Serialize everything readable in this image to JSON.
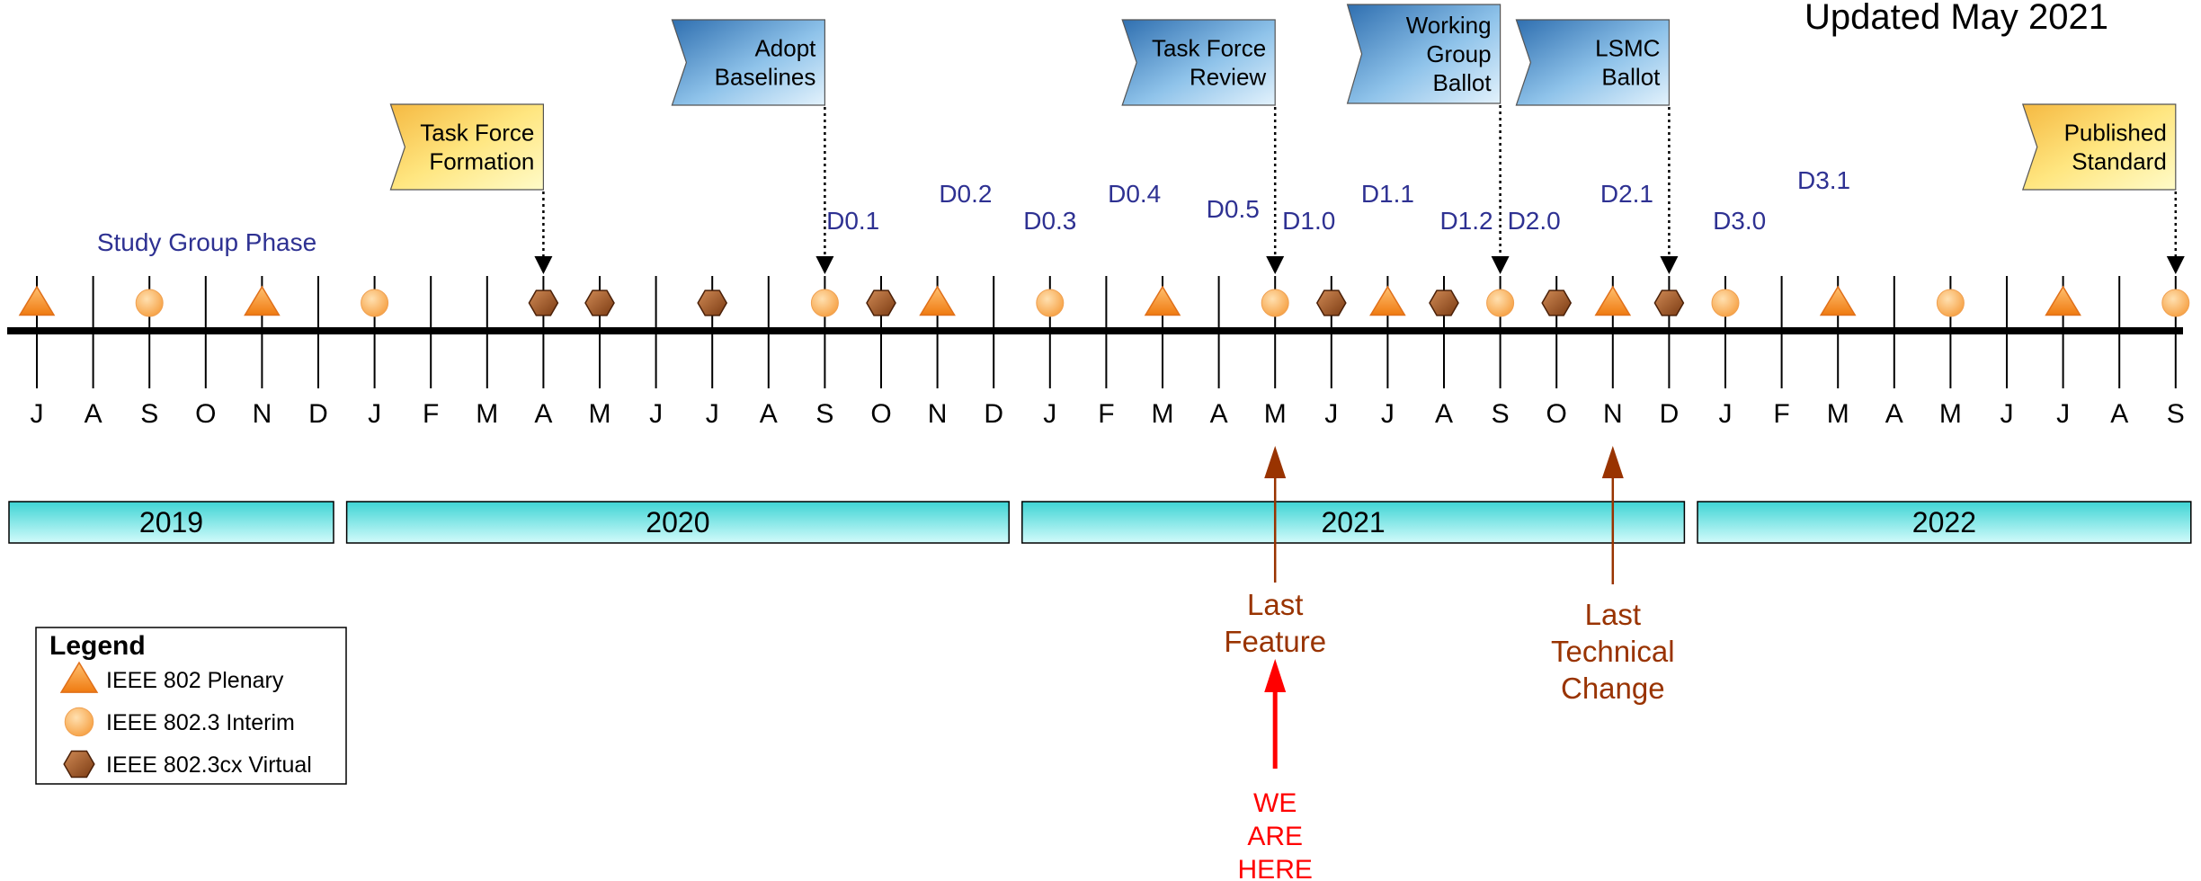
{
  "updated": "Updated May 2021",
  "phase_label": "Study Group Phase",
  "months": [
    "J",
    "A",
    "S",
    "O",
    "N",
    "D",
    "J",
    "F",
    "M",
    "A",
    "M",
    "J",
    "J",
    "A",
    "S",
    "O",
    "N",
    "D",
    "J",
    "F",
    "M",
    "A",
    "M",
    "J",
    "J",
    "A",
    "S",
    "O",
    "N",
    "D",
    "J",
    "F",
    "M",
    "A",
    "M",
    "J",
    "J",
    "A",
    "S"
  ],
  "years": [
    {
      "label": "2019",
      "start": 0,
      "end": 5
    },
    {
      "label": "2020",
      "start": 6,
      "end": 17
    },
    {
      "label": "2021",
      "start": 18,
      "end": 29
    },
    {
      "label": "2022",
      "start": 30,
      "end": 38
    }
  ],
  "meetings": [
    {
      "month": 0,
      "type": "plenary"
    },
    {
      "month": 2,
      "type": "interim"
    },
    {
      "month": 4,
      "type": "plenary"
    },
    {
      "month": 6,
      "type": "interim"
    },
    {
      "month": 9,
      "type": "virtual"
    },
    {
      "month": 10,
      "type": "virtual"
    },
    {
      "month": 12,
      "type": "virtual"
    },
    {
      "month": 14,
      "type": "interim"
    },
    {
      "month": 15,
      "type": "virtual"
    },
    {
      "month": 16,
      "type": "plenary"
    },
    {
      "month": 18,
      "type": "interim"
    },
    {
      "month": 20,
      "type": "plenary"
    },
    {
      "month": 22,
      "type": "interim"
    },
    {
      "month": 23,
      "type": "virtual"
    },
    {
      "month": 24,
      "type": "plenary"
    },
    {
      "month": 25,
      "type": "virtual"
    },
    {
      "month": 26,
      "type": "interim"
    },
    {
      "month": 27,
      "type": "virtual"
    },
    {
      "month": 28,
      "type": "plenary"
    },
    {
      "month": 29,
      "type": "virtual"
    },
    {
      "month": 30,
      "type": "interim"
    },
    {
      "month": 32,
      "type": "plenary"
    },
    {
      "month": 34,
      "type": "interim"
    },
    {
      "month": 36,
      "type": "plenary"
    },
    {
      "month": 38,
      "type": "interim"
    }
  ],
  "drafts": [
    {
      "label": "D0.1",
      "month": 14.5,
      "row": "low"
    },
    {
      "label": "D0.2",
      "month": 16.5,
      "row": "high"
    },
    {
      "label": "D0.3",
      "month": 18,
      "row": "low"
    },
    {
      "label": "D0.4",
      "month": 19.5,
      "row": "high"
    },
    {
      "label": "D0.5",
      "month": 21.25,
      "row": "mid"
    },
    {
      "label": "D1.0",
      "month": 22.6,
      "row": "low"
    },
    {
      "label": "D1.1",
      "month": 24,
      "row": "high"
    },
    {
      "label": "D1.2",
      "month": 25.4,
      "row": "low"
    },
    {
      "label": "D2.0",
      "month": 26.6,
      "row": "low"
    },
    {
      "label": "D2.1",
      "month": 28.25,
      "row": "high"
    },
    {
      "label": "D3.0",
      "month": 30.25,
      "row": "low"
    },
    {
      "label": "D3.1",
      "month": 31.75,
      "row": "top"
    }
  ],
  "milestones": [
    {
      "lines": [
        "Task Force",
        "Formation"
      ],
      "month": 9,
      "style": "yellow",
      "level": "low"
    },
    {
      "lines": [
        "Adopt",
        "Baselines"
      ],
      "month": 14,
      "style": "blue",
      "level": "high"
    },
    {
      "lines": [
        "Task Force",
        "Review"
      ],
      "month": 22,
      "style": "blue",
      "level": "high"
    },
    {
      "lines": [
        "Working",
        "Group",
        "Ballot"
      ],
      "month": 26,
      "style": "blue",
      "level": "top"
    },
    {
      "lines": [
        "LSMC",
        "Ballot"
      ],
      "month": 29,
      "style": "blue",
      "level": "high"
    },
    {
      "lines": [
        "Published",
        "Standard"
      ],
      "month": 38,
      "style": "yellow",
      "level": "low"
    }
  ],
  "deadlines": [
    {
      "lines": [
        "Last",
        "Feature"
      ],
      "month": 22
    },
    {
      "lines": [
        "Last",
        "Technical",
        "Change"
      ],
      "month": 28
    }
  ],
  "here": {
    "lines": [
      "WE",
      "ARE",
      "HERE"
    ],
    "month": 22
  },
  "legend": {
    "title": "Legend",
    "items": [
      {
        "type": "plenary",
        "label": "IEEE 802 Plenary"
      },
      {
        "type": "interim",
        "label": "IEEE 802.3 Interim"
      },
      {
        "type": "virtual",
        "label": "IEEE 802.3cx Virtual"
      }
    ]
  },
  "colors": {
    "year_band_top": "#3fd4d4",
    "year_band_bottom": "#c8fafa",
    "flag_blue_dark": "#2f6fb0",
    "flag_blue_light": "#d6ecfa",
    "flag_yellow_dark": "#f5b942",
    "flag_yellow_light": "#fff9b0",
    "plenary": "#f08a24",
    "interim": "#fbb45c",
    "virtual": "#8a4a1f",
    "deadline": "#993300",
    "here": "#ff0000",
    "draft_text": "#2e3192"
  }
}
